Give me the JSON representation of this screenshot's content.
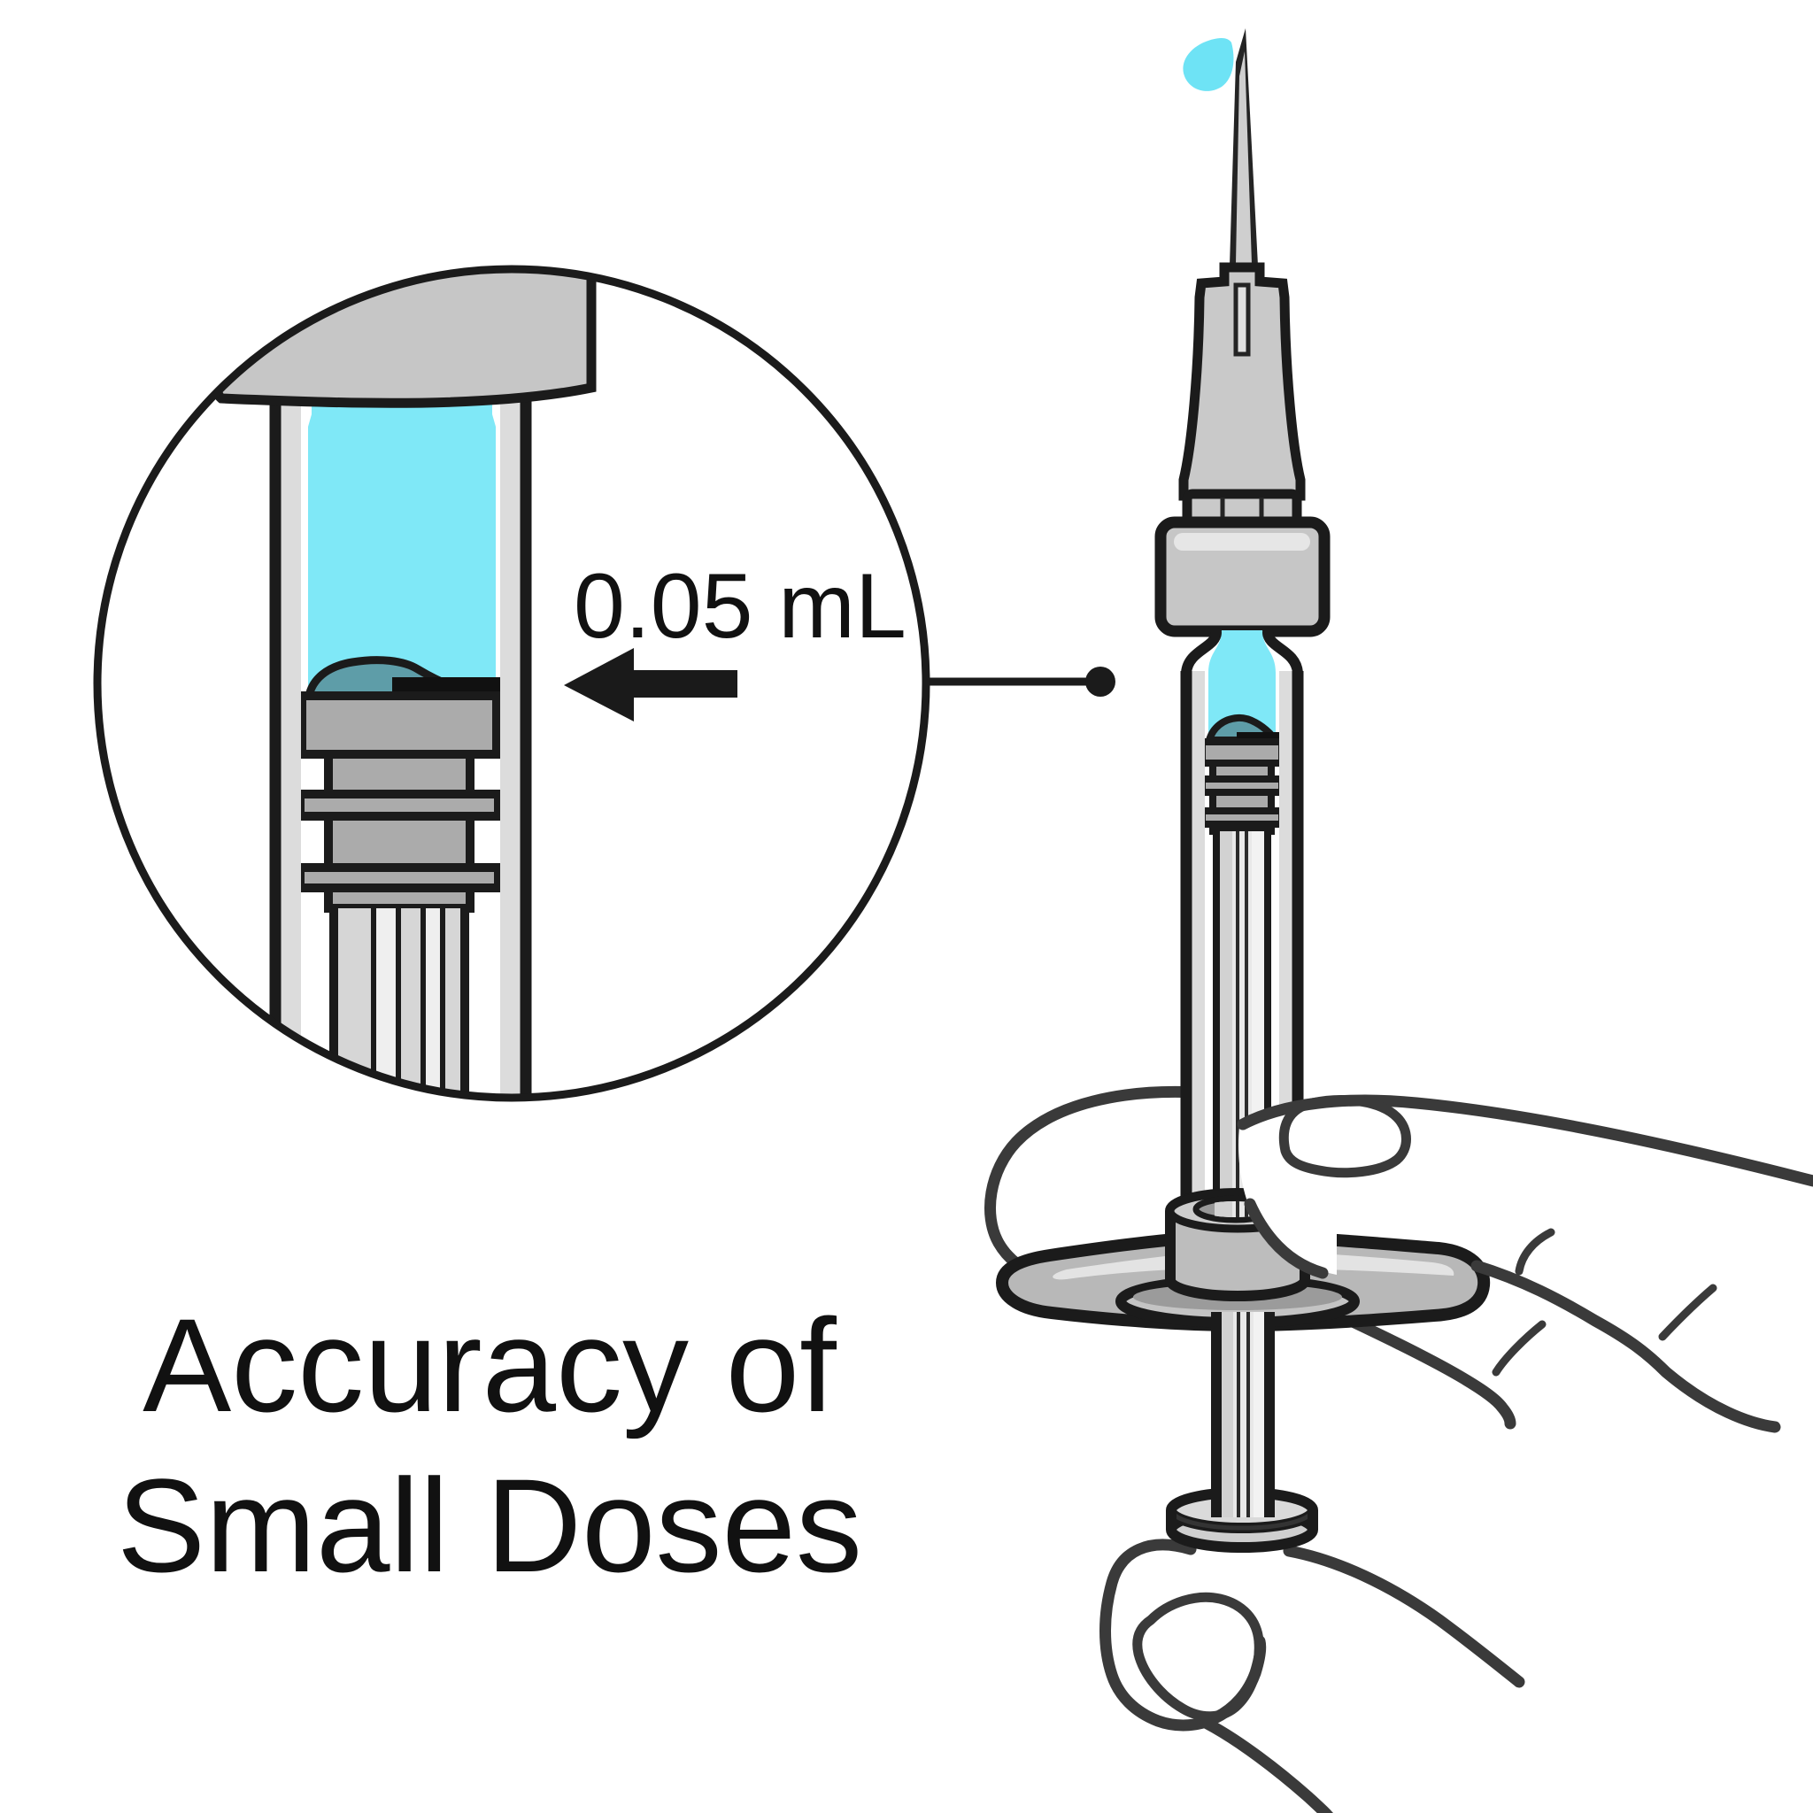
{
  "title": {
    "line1": "Accuracy of",
    "line2": "Small Doses"
  },
  "inset": {
    "dose_label": "0.05 mL"
  },
  "icons": {
    "dose_arrow": "left-arrow-icon",
    "leader_dot": "dot-icon",
    "magnifier": "magnifier-circle-icon"
  },
  "colors": {
    "liquid": "#7FE8F7",
    "droplet": "#6EE3F5",
    "stopper_dome": "#5E9DA8",
    "dose_line": "#111111",
    "arrow": "#1A1A1A",
    "outline": "#1B1B1B",
    "hand_outline": "#3A3A3A",
    "plastic_light": "#DCDCDC",
    "plastic_mid": "#C6C6C6",
    "plastic_dark": "#ABABAB",
    "highlight": "#E5E5E5",
    "background": "#FFFFFF"
  }
}
